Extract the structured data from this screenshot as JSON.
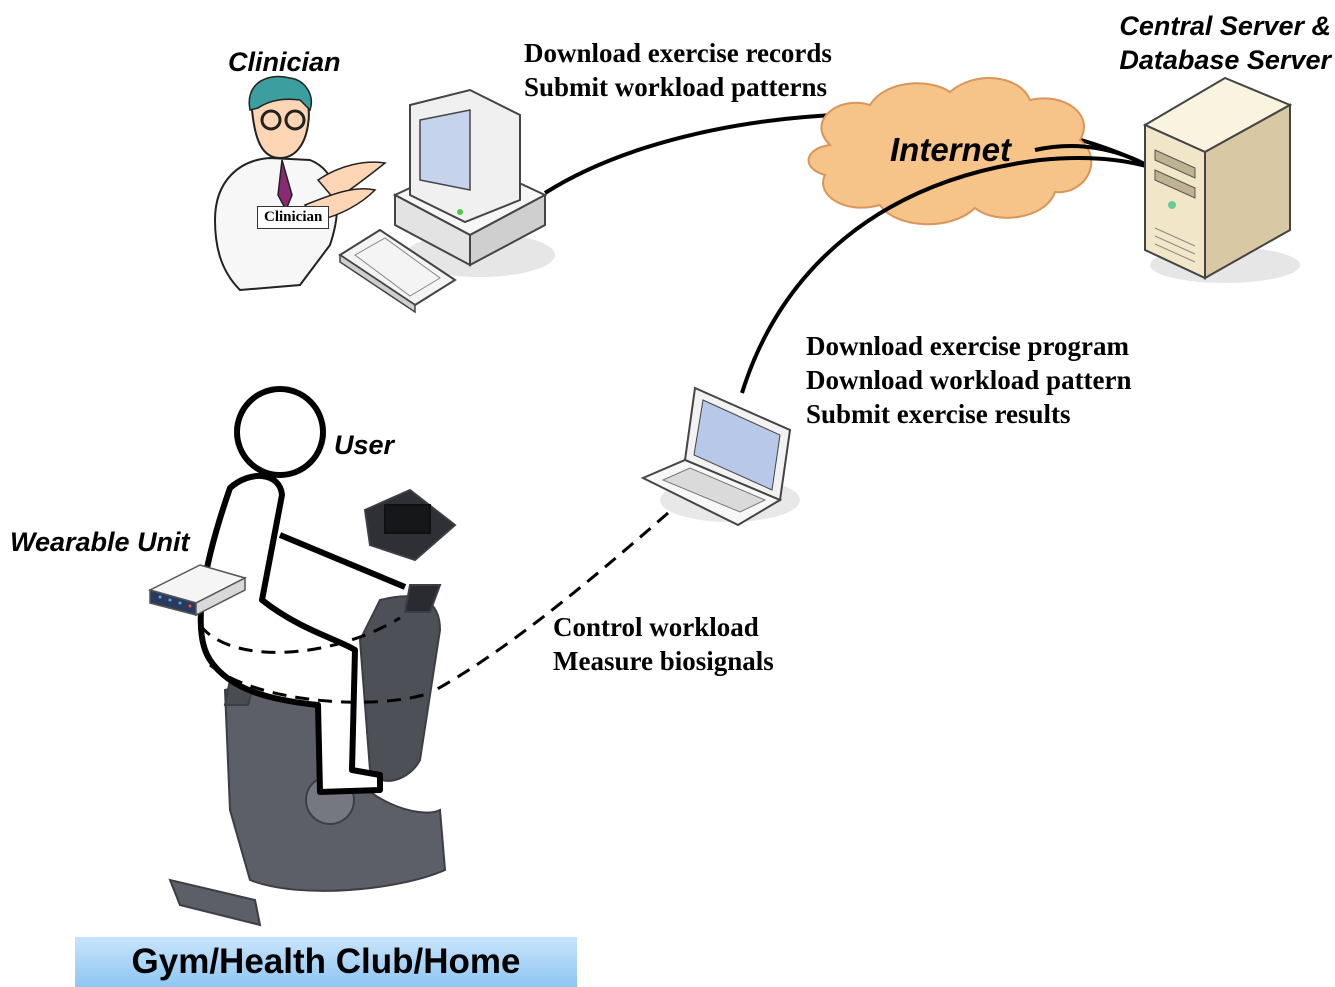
{
  "labels": {
    "clinician": "Clinician",
    "clinician_badge": "Clinician",
    "server": [
      "Central Server &",
      "Database Server"
    ],
    "internet": "Internet",
    "clinician_link": [
      "Download exercise records",
      "Submit workload patterns"
    ],
    "laptop_link": [
      "Download exercise program",
      "Download workload pattern",
      "Submit exercise results"
    ],
    "local_link": [
      "Control workload",
      "Measure biosignals"
    ],
    "user": "User",
    "wearable": "Wearable Unit",
    "location": "Gym/Health Club/Home"
  },
  "colors": {
    "cloud": "#f6c389",
    "cloud_edge": "#d9955a",
    "server_body": "#f2e6c8",
    "bike": "#5d5f68",
    "location_bar": "#a8d4f7"
  },
  "icons": [
    "clinician-figure",
    "desktop-computer-icon",
    "keyboard-icon",
    "internet-cloud",
    "server-tower-icon",
    "laptop-icon",
    "user-stick-figure",
    "wearable-unit-icon",
    "exercise-bike"
  ]
}
